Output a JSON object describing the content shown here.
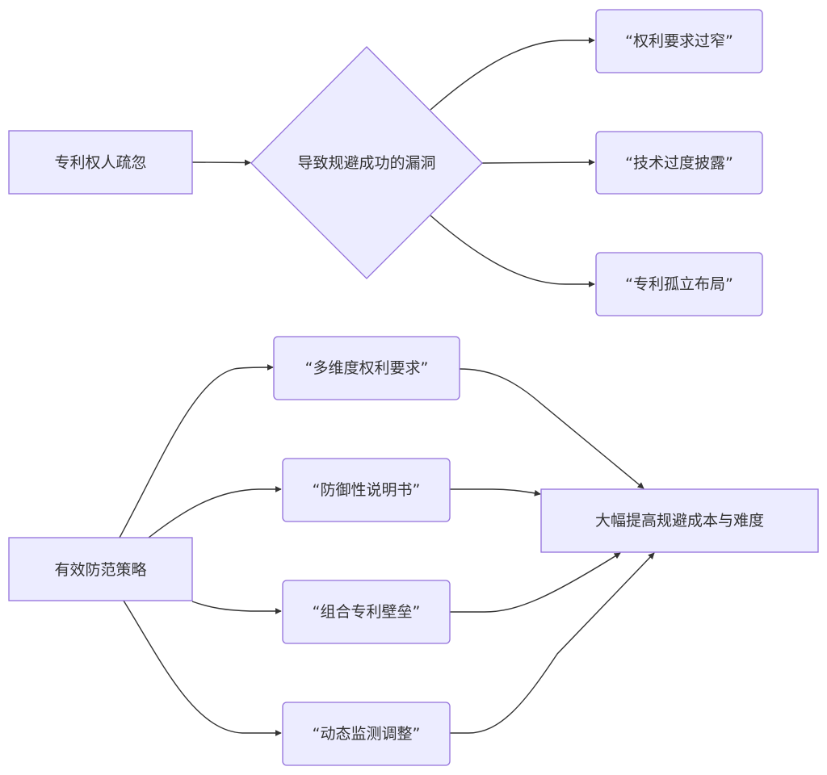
{
  "diagram": {
    "type": "flowchart",
    "direction": "left-to-right",
    "colors": {
      "node_fill": "#ececff",
      "node_stroke": "#9370db",
      "edge": "#333333",
      "text": "#333333"
    },
    "nodes": {
      "a": {
        "label": "专利权人疏忽",
        "shape": "rect"
      },
      "b": {
        "label": "导致规避成功的漏洞",
        "shape": "diamond"
      },
      "c1": {
        "label": "“权利要求过窄”",
        "shape": "rounded"
      },
      "c2": {
        "label": "“技术过度披露”",
        "shape": "rounded"
      },
      "c3": {
        "label": "“专利孤立布局”",
        "shape": "rounded"
      },
      "d": {
        "label": "有效防范策略",
        "shape": "rect"
      },
      "e1": {
        "label": "“多维度权利要求”",
        "shape": "rounded"
      },
      "e2": {
        "label": "“防御性说明书”",
        "shape": "rounded"
      },
      "e3": {
        "label": "“组合专利壁垒”",
        "shape": "rounded"
      },
      "e4": {
        "label": "“动态监测调整”",
        "shape": "rounded"
      },
      "f": {
        "label": "大幅提高规避成本与难度",
        "shape": "rect"
      }
    },
    "edges": [
      {
        "from": "a",
        "to": "b"
      },
      {
        "from": "b",
        "to": "c1"
      },
      {
        "from": "b",
        "to": "c2"
      },
      {
        "from": "b",
        "to": "c3"
      },
      {
        "from": "d",
        "to": "e1"
      },
      {
        "from": "d",
        "to": "e2"
      },
      {
        "from": "d",
        "to": "e3"
      },
      {
        "from": "d",
        "to": "e4"
      },
      {
        "from": "e1",
        "to": "f"
      },
      {
        "from": "e2",
        "to": "f"
      },
      {
        "from": "e3",
        "to": "f"
      },
      {
        "from": "e4",
        "to": "f"
      }
    ]
  }
}
